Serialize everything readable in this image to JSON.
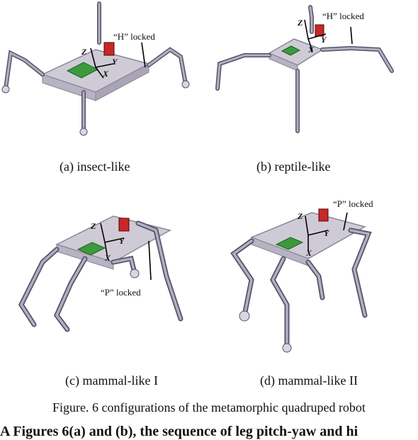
{
  "panels": {
    "a": {
      "caption": "(a) insect-like",
      "annotation": "“H” locked"
    },
    "b": {
      "caption": "(b) reptile-like",
      "annotation": "“H” locked"
    },
    "c": {
      "caption": "(c) mammal-like I",
      "annotation": "“P” locked"
    },
    "d": {
      "caption": "(d) mammal-like II",
      "annotation": "“P” locked"
    }
  },
  "axes": {
    "x": "X",
    "y": "Y",
    "z": "Z"
  },
  "figure_caption": "Figure. 6 configurations of the metamorphic quadruped robot",
  "cut_text": "A  Figures 6(a) and (b), the sequence of leg pitch-yaw and hi",
  "colors": {
    "body": "#cfcbd6",
    "body_edge": "#8a8698",
    "board": "#3c9a3c",
    "leg": "#9a97aa",
    "leg_dark": "#55526a",
    "motor": "#c62828"
  }
}
